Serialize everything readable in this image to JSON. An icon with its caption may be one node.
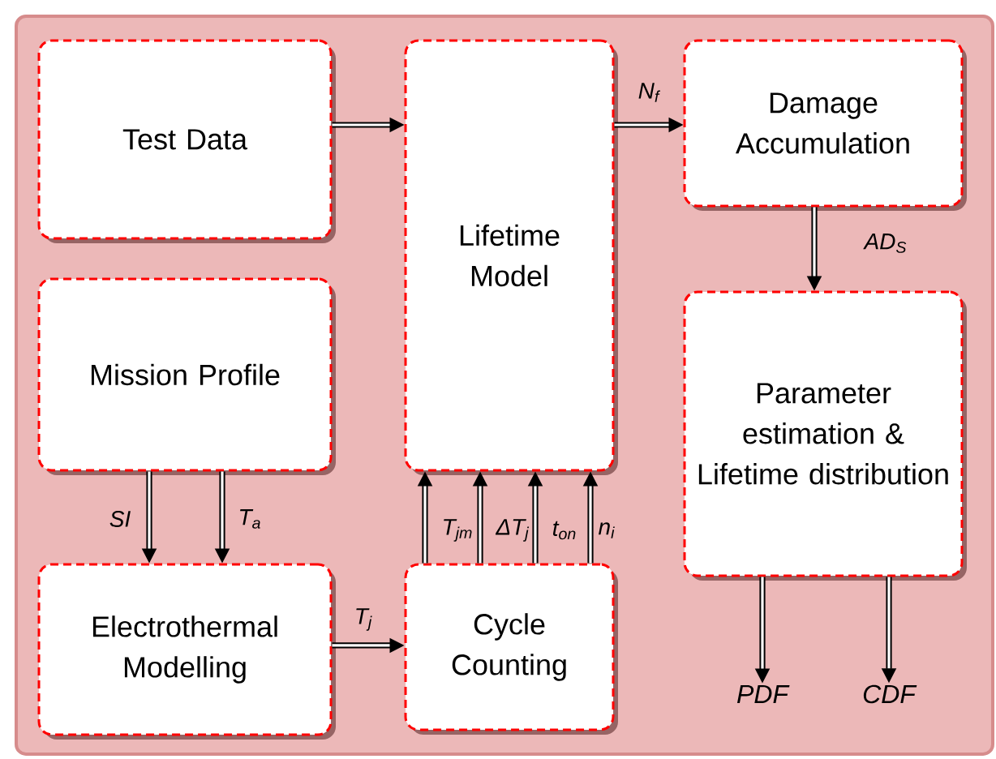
{
  "diagram": {
    "nodes": [
      {
        "text": [
          "Test Data"
        ]
      },
      {
        "text": [
          "Lifetime Model"
        ]
      },
      {
        "text": [
          "Damage Accumulation"
        ]
      },
      {
        "text": [
          "Mission Profile"
        ]
      },
      {
        "text": [
          "Parameter estimation & Lifetime distribution"
        ]
      },
      {
        "text": [
          "Electrothermal Modelling"
        ]
      },
      {
        "text": [
          "Cycle Counting"
        ]
      },
      {
        "text": [
          "PDF"
        ]
      },
      {
        "text": [
          "CDF"
        ]
      }
    ],
    "edges": [
      {
        "from": 0,
        "to": 1,
        "arrow": "to"
      },
      {
        "from": 1,
        "to": 2,
        "arrow": "to",
        "label": "N$_{f}$"
      },
      {
        "from": 2,
        "to": 4,
        "arrow": "to",
        "label": "AD$_{S}$"
      },
      {
        "from": 3,
        "to": 5,
        "arrow": "to",
        "label": "SI"
      },
      {
        "from": 3,
        "to": 5,
        "arrow": "to",
        "label": "T$_{a}$"
      },
      {
        "from": 5,
        "to": 6,
        "arrow": "to",
        "label": "T$_{j}$"
      },
      {
        "from": 6,
        "to": 1,
        "arrow": "to",
        "label": "T$_{jm}$"
      },
      {
        "from": 6,
        "to": 1,
        "arrow": "to",
        "label": "ΔT$_{j}$"
      },
      {
        "from": 6,
        "to": 1,
        "arrow": "to",
        "label": "t$_{on}$"
      },
      {
        "from": 6,
        "to": 1,
        "arrow": "to",
        "label": "n$_{i}$"
      },
      {
        "from": 4,
        "to": 7,
        "arrow": "to"
      },
      {
        "from": 4,
        "to": 8,
        "arrow": "to"
      }
    ]
  }
}
